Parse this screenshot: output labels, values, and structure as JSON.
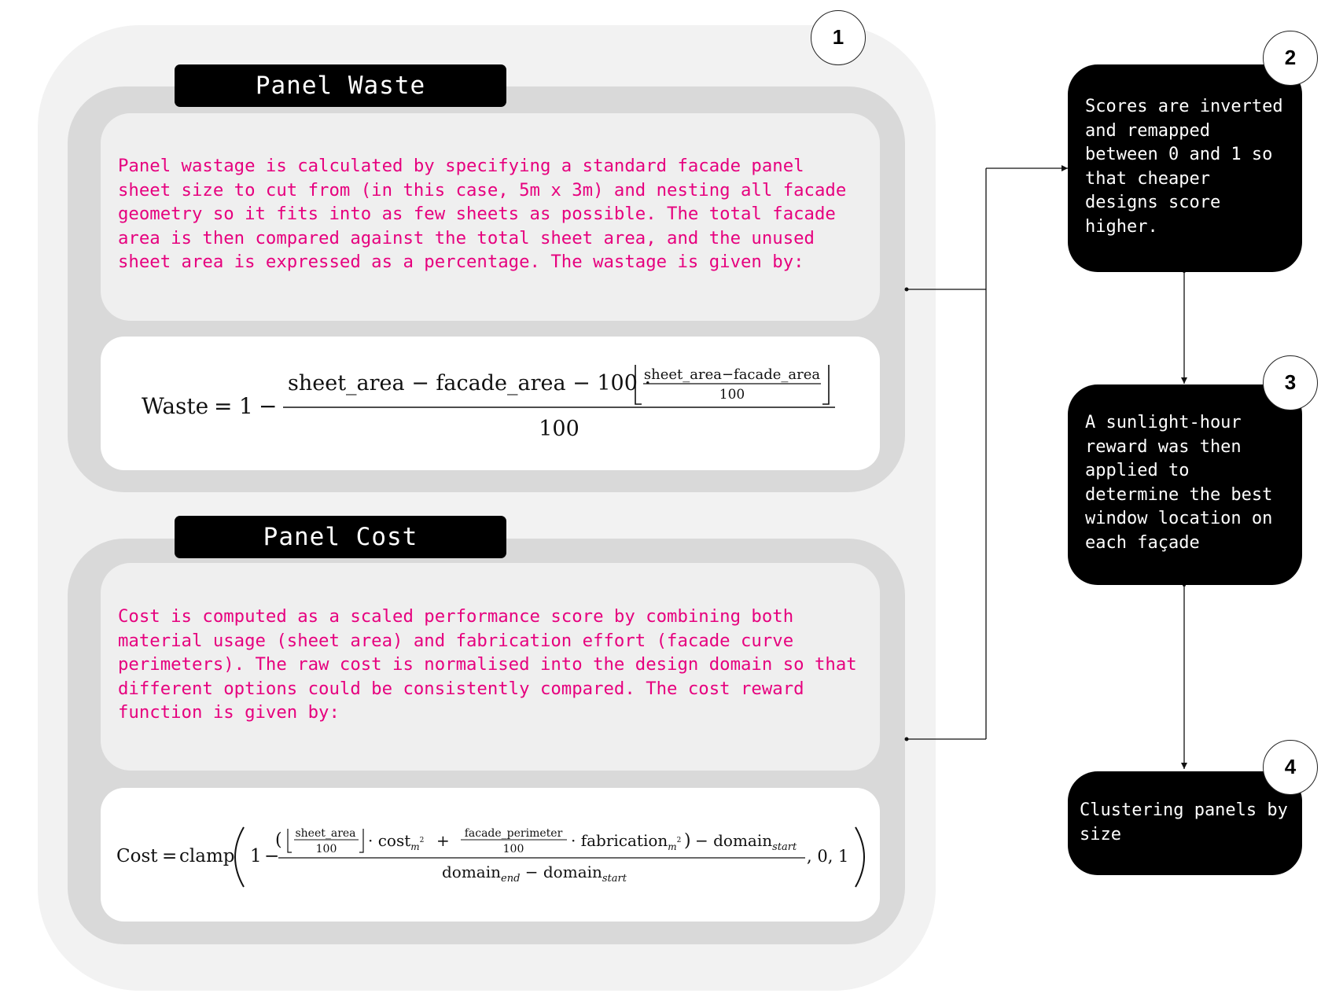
{
  "steps": [
    {
      "number": "1"
    },
    {
      "number": "2",
      "text": "Scores are inverted\nand remapped\nbetween 0 and 1 so\nthat cheaper\ndesigns score\nhigher."
    },
    {
      "number": "3",
      "text": "A sunlight-hour\nreward was then\napplied to\ndetermine the best\nwindow location on\neach façade"
    },
    {
      "number": "4",
      "text": "Clustering panels by\nsize"
    }
  ],
  "panel_waste": {
    "title": "Panel Waste",
    "description": "Panel wastage is calculated by specifying a standard facade panel\nsheet size to cut from (in this case, 5m x 3m) and nesting all facade\ngeometry so it fits into as few sheets as possible. The total facade\narea is then compared against the total sheet area, and the unused\nsheet area is expressed as a percentage. The wastage is given by:",
    "formula": {
      "lhs": "Waste",
      "eq": "=",
      "one": "1",
      "minus": "−",
      "numerator": "sheet_area − facade_area − 100 ·",
      "inner_num": "sheet_area−facade_area",
      "inner_den": "100",
      "denominator": "100"
    }
  },
  "panel_cost": {
    "title": "Panel Cost",
    "description": "Cost is computed as a scaled performance score by combining both\nmaterial usage (sheet area) and fabrication effort (facade curve\nperimeters). The raw cost is normalised into the design domain so that\ndifferent options could be consistently compared. The cost reward\nfunction is given by:",
    "formula": {
      "lhs": "Cost",
      "eq": "=",
      "clamp": "clamp",
      "one": "1",
      "minus": "−",
      "frac1_num": "sheet_area",
      "frac1_den": "100",
      "cost_term": "· cost",
      "cost_sub": "m",
      "plus": "+",
      "frac2_num": "facade_perimeter",
      "frac2_den": "100",
      "fab_term": "· fabrication",
      "fab_sub": "m",
      "minus_domain": "− domain",
      "domain_start_sub": "start",
      "den_domain1": "domain",
      "den_end_sub": "end",
      "den_minus": " − domain",
      "den_start_sub": "start",
      "tail": ",  0,  1"
    }
  }
}
